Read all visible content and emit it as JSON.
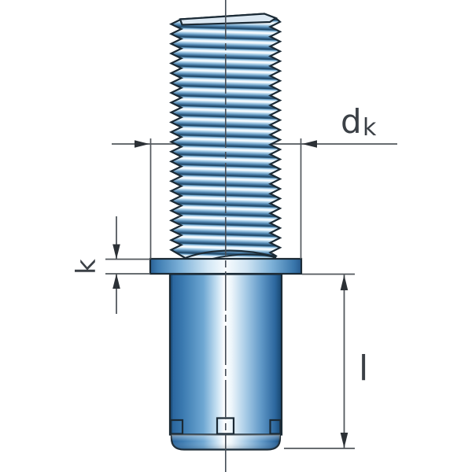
{
  "drawing": {
    "type": "technical-fastener-diagram",
    "subject": "threaded stud with flange and cylindrical shank",
    "labels": {
      "dk_main": "d",
      "dk_sub": "k",
      "k": "k",
      "l": "l"
    },
    "colors": {
      "background": "#ffffff",
      "part_blue": "#2e6da7",
      "part_highlight": "#ffffff",
      "part_dark_edge": "#16456f",
      "outline": "#1b2a35",
      "dimension_line": "#53585d",
      "arrow": "#2c3136",
      "label_text": "#3b4046"
    }
  }
}
